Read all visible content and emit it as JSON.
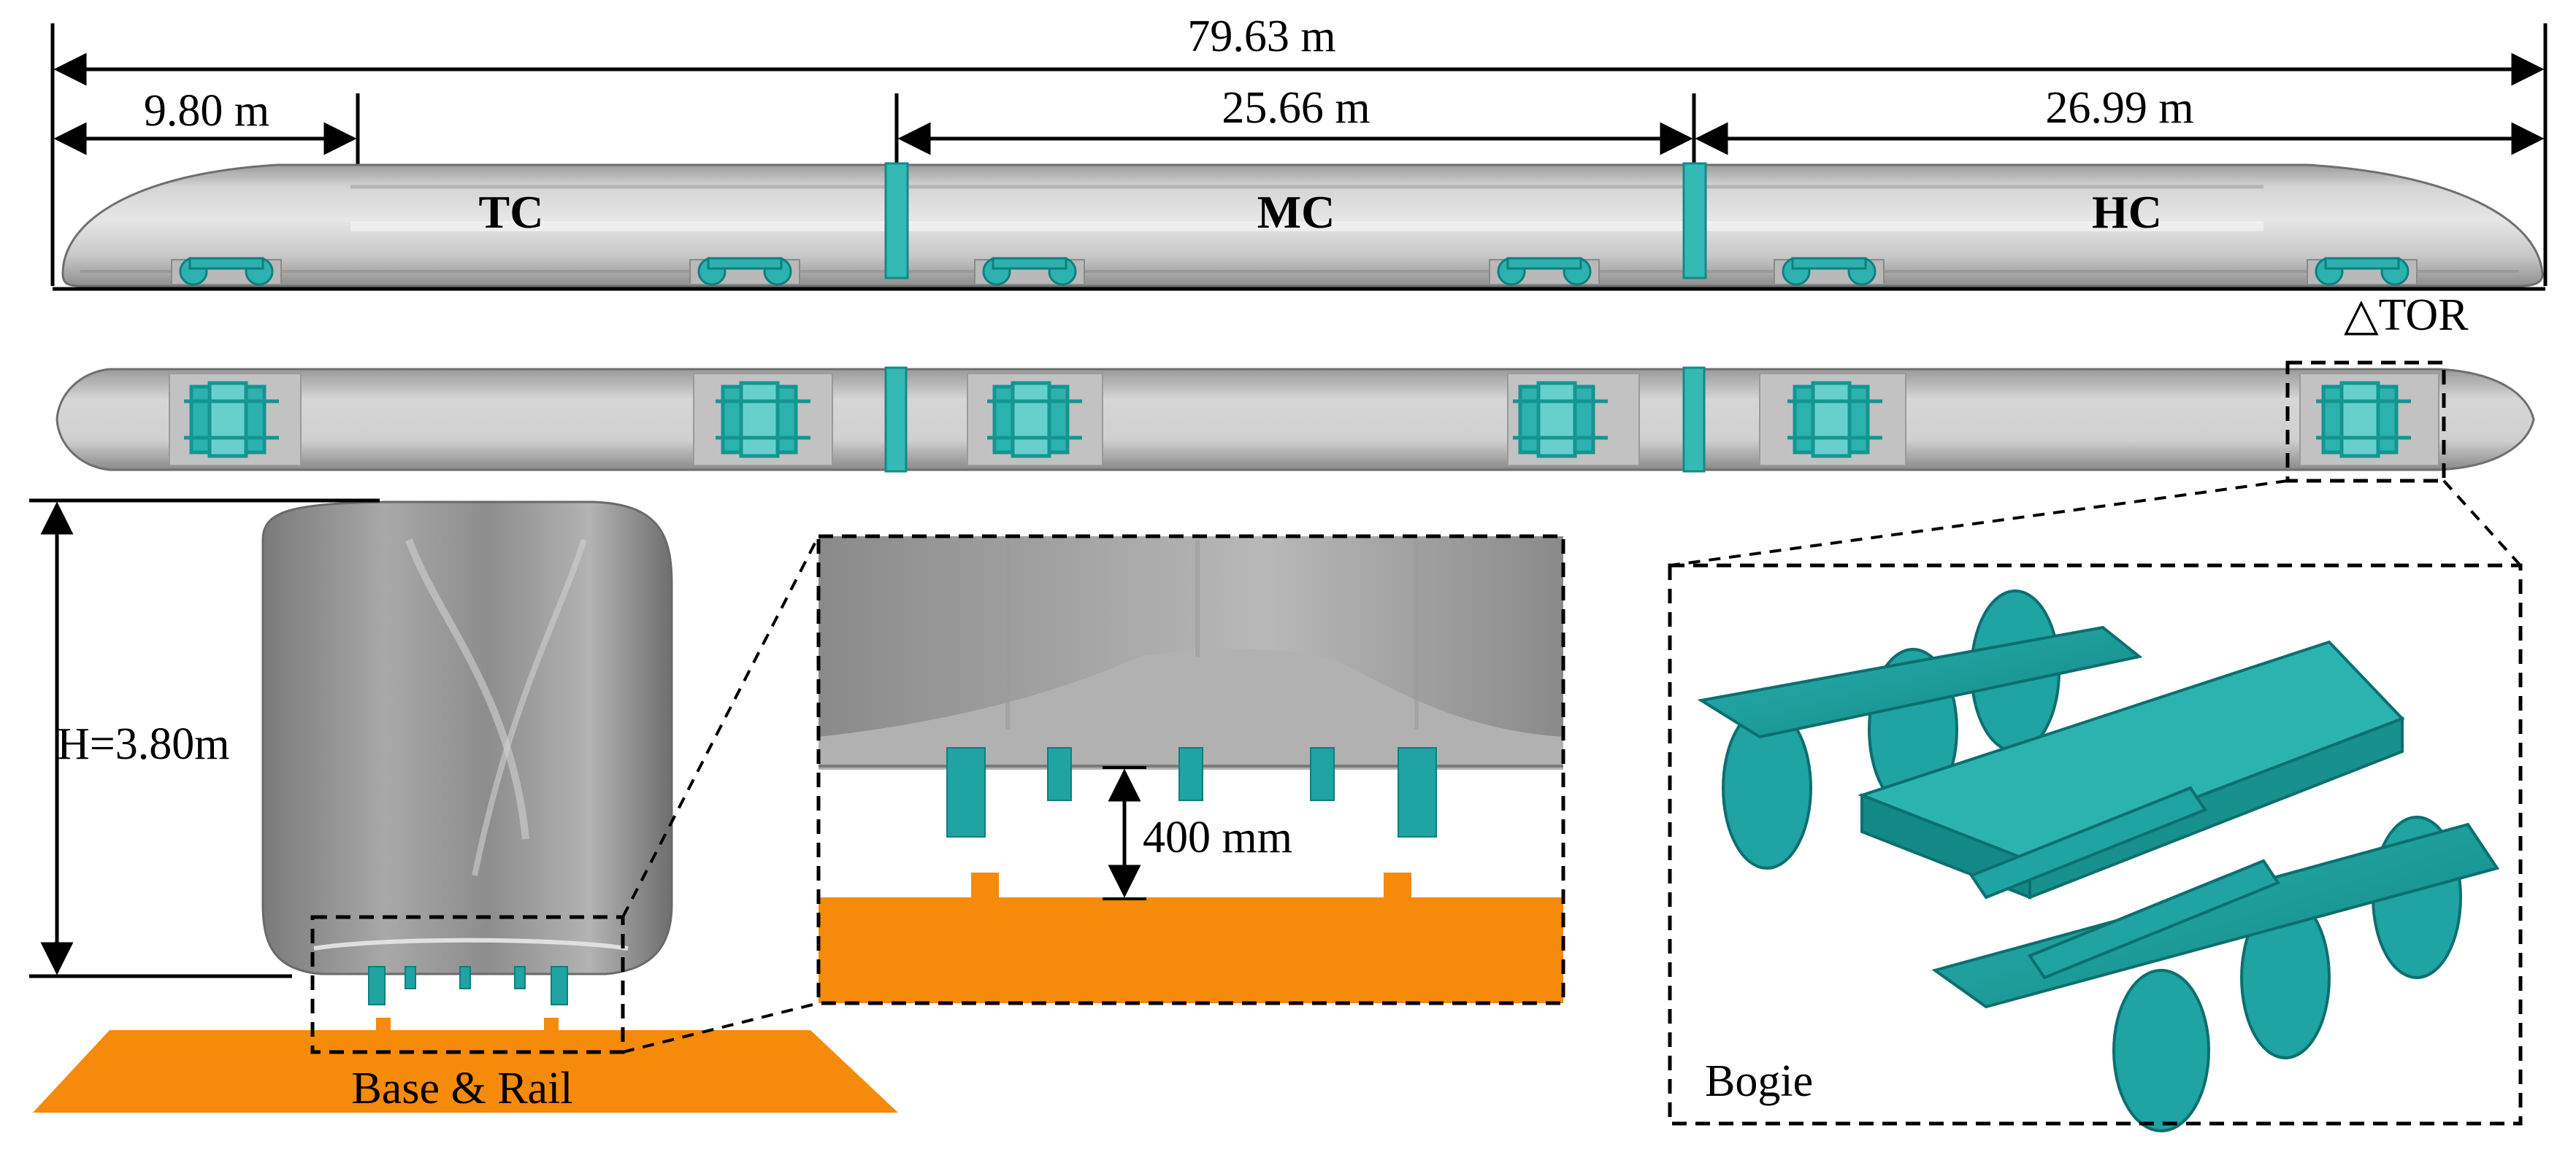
{
  "dimensions": {
    "total_length": "79.63 m",
    "nose_length": "9.80 m",
    "middle_car_length": "25.66 m",
    "head_car_length": "26.99 m",
    "height": "H=3.80m",
    "gap": "400 mm"
  },
  "cars": {
    "tail": "TC",
    "middle": "MC",
    "head": "HC"
  },
  "labels": {
    "top_of_rail": "△TOR",
    "base_rail": "Base & Rail",
    "bogie": "Bogie"
  },
  "colors": {
    "body_gray": "#c9c9c9",
    "bogie_teal": "#1fa3a3",
    "ground_orange": "#f58a0b"
  }
}
